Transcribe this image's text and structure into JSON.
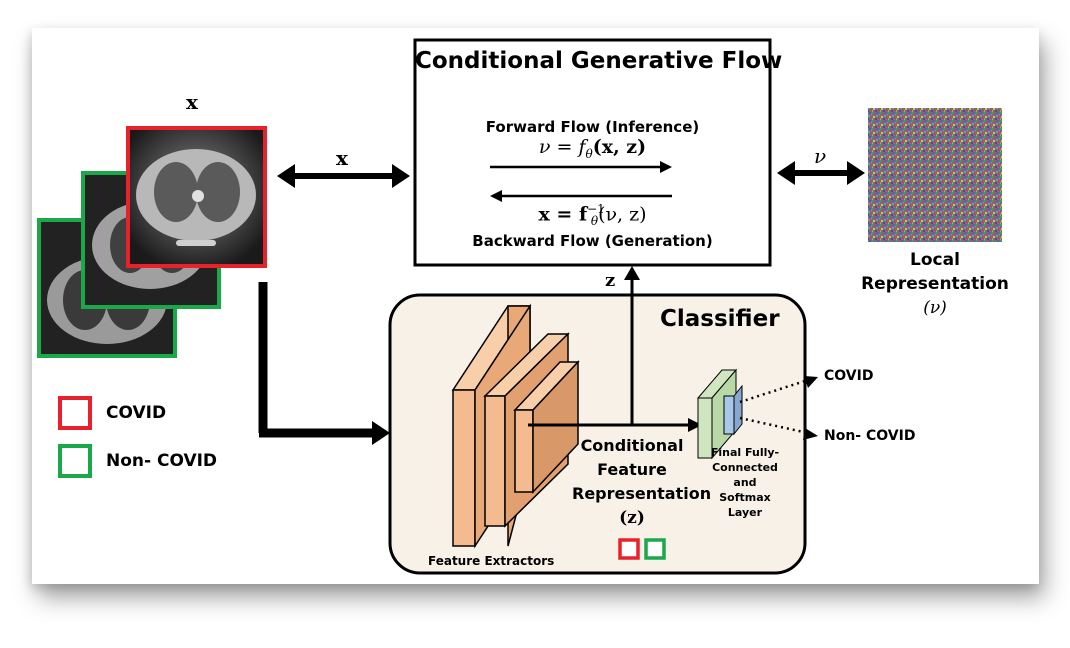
{
  "input": {
    "label": "x"
  },
  "flow": {
    "title": "Conditional Generative Flow",
    "forward_label": "Forward Flow (Inference)",
    "forward_eq_lhs": "ν = f",
    "forward_eq_sub": "θ",
    "forward_eq_rhs": "(x, z)",
    "backward_eq_lhs": "x = f",
    "backward_eq_sup": "−1",
    "backward_eq_sub": "θ",
    "backward_eq_rhs": "(ν, z)",
    "backward_label": "Backward Flow (Generation)"
  },
  "arrows": {
    "x_label": "x",
    "nu_label": "ν",
    "z_label": "z"
  },
  "local": {
    "line1": "Local",
    "line2": "Representation",
    "line3": "(ν)"
  },
  "legend": {
    "covid": "COVID",
    "non_covid": "Non- COVID",
    "covid_color": "#e8222a",
    "non_covid_color": "#1aa84a"
  },
  "classifier": {
    "title": "Classifier",
    "feature_extractors": "Feature Extractors",
    "cond_line1": "Conditional",
    "cond_line2": "Feature",
    "cond_line3": "Representation",
    "cond_line4": "(z)",
    "fc_line1": "Final Fully-",
    "fc_line2": "Connected",
    "fc_line3": "and",
    "fc_line4": "Softmax",
    "fc_line5": "Layer",
    "out_covid": "COVID",
    "out_non_covid": "Non- COVID"
  }
}
